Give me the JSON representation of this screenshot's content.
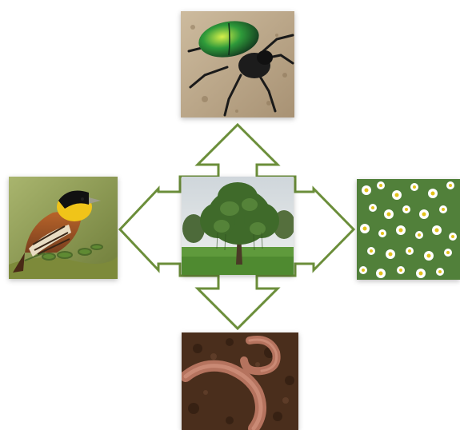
{
  "diagram": {
    "center": {
      "icon": "tree-photo"
    },
    "top": {
      "icon": "beetle-photo"
    },
    "left": {
      "icon": "bird-photo"
    },
    "right": {
      "icon": "flowers-photo"
    },
    "bottom": {
      "icon": "earthworm-photo"
    },
    "arrow_color": "#6b8e3a",
    "arrow_fill": "#ffffff"
  }
}
